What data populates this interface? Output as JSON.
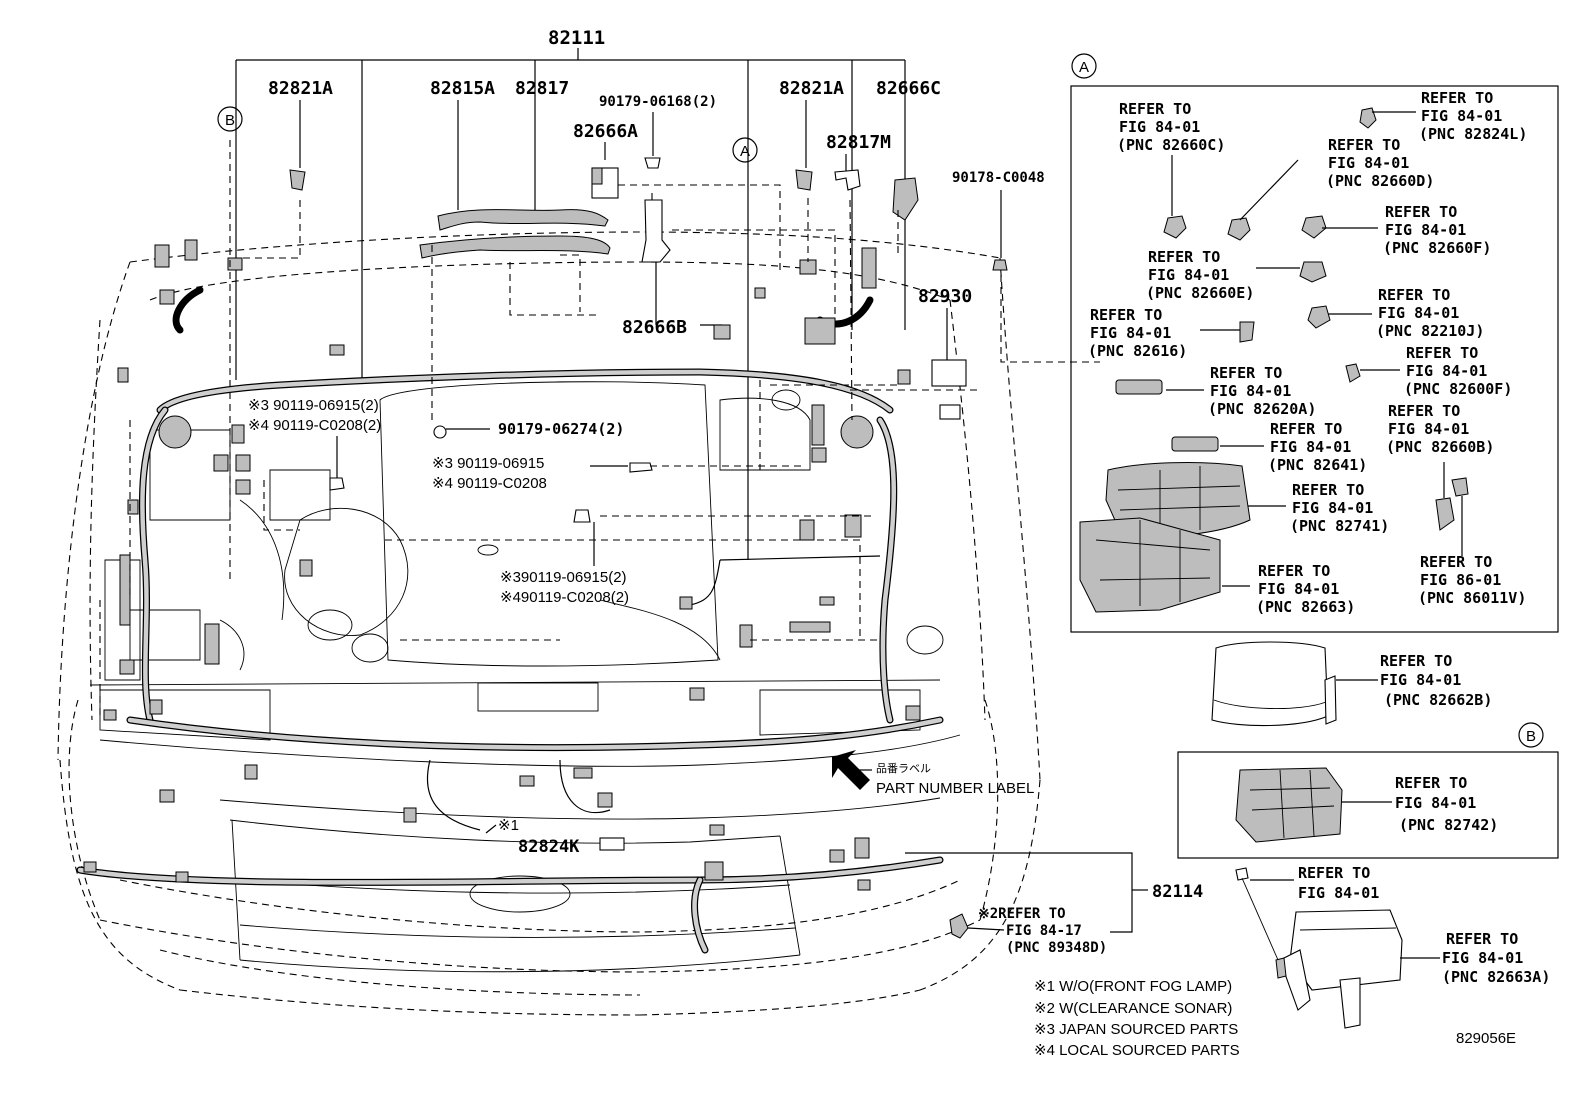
{
  "header": {
    "main_part": "82111"
  },
  "callouts_top": {
    "p82821A_left": "82821A",
    "p82815A": "82815A",
    "p82817": "82817",
    "p90179_06168": "90179-06168(2)",
    "p82666A": "82666A",
    "p82821A_right": "82821A",
    "p82666C": "82666C",
    "p82817M": "82817M",
    "p90178_C0048": "90178-C0048",
    "p82930": "82930",
    "p82666B": "82666B"
  },
  "circle_labels": {
    "a": "A",
    "b": "B"
  },
  "bolt_callouts": {
    "c1_line1": "※3 90119-06915(2)",
    "c1_line2": "※4 90119-C0208(2)",
    "c2": "90179-06274(2)",
    "c3_line1": "※3 90119-06915",
    "c3_line2": "※4 90119-C0208",
    "c4_line1": "※390119-06915(2)",
    "c4_line2": "※490119-C0208(2)"
  },
  "lower_callouts": {
    "label_jp": "品番ラベル",
    "label_en": "PART NUMBER LABEL",
    "note1": "※1",
    "p82824K": "82824K",
    "p82114": "82114",
    "note2_line1": "※2REFER TO",
    "note2_line2": "FIG 84-17",
    "note2_line3": "(PNC 89348D)"
  },
  "panel_a": {
    "items": [
      {
        "l1": "REFER TO",
        "l2": "FIG 84-01",
        "l3": "(PNC 82824L)"
      },
      {
        "l1": "REFER TO",
        "l2": "FIG 84-01",
        "l3": "(PNC 82660C)"
      },
      {
        "l1": "REFER TO",
        "l2": "FIG 84-01",
        "l3": "(PNC 82660D)"
      },
      {
        "l1": "REFER TO",
        "l2": "FIG 84-01",
        "l3": "(PNC 82660F)"
      },
      {
        "l1": "REFER TO",
        "l2": "FIG 84-01",
        "l3": "(PNC 82660E)"
      },
      {
        "l1": "REFER TO",
        "l2": "FIG 84-01",
        "l3": "(PNC 82616)"
      },
      {
        "l1": "REFER TO",
        "l2": "FIG 84-01",
        "l3": "(PNC 82210J)"
      },
      {
        "l1": "REFER TO",
        "l2": "FIG 84-01",
        "l3": "(PNC 82620A)"
      },
      {
        "l1": "REFER TO",
        "l2": "FIG 84-01",
        "l3": "(PNC 82600F)"
      },
      {
        "l1": "REFER TO",
        "l2": "FIG 84-01",
        "l3": "(PNC 82641)"
      },
      {
        "l1": "REFER TO",
        "l2": "FIG 84-01",
        "l3": "(PNC 82660B)"
      },
      {
        "l1": "REFER TO",
        "l2": "FIG 84-01",
        "l3": "(PNC 82741)"
      },
      {
        "l1": "REFER TO",
        "l2": "FIG 84-01",
        "l3": "(PNC 82663)"
      },
      {
        "l1": "REFER TO",
        "l2": "FIG 86-01",
        "l3": "(PNC 86011V)"
      }
    ]
  },
  "outside_refs": {
    "r82662B": {
      "l1": "REFER TO",
      "l2": "FIG 84-01",
      "l3": "(PNC 82662B)"
    },
    "r82742": {
      "l1": "REFER TO",
      "l2": "FIG 84-01",
      "l3": "(PNC 82742)"
    },
    "r_bolt": {
      "l1": "REFER TO",
      "l2": "FIG 84-01"
    },
    "r82663A": {
      "l1": "REFER TO",
      "l2": "FIG 84-01",
      "l3": "(PNC 82663A)"
    }
  },
  "legend": {
    "n1": "※1 W/O(FRONT FOG LAMP)",
    "n2": "※2 W(CLEARANCE SONAR)",
    "n3": "※3 JAPAN SOURCED PARTS",
    "n4": "※4 LOCAL SOURCED PARTS"
  },
  "footer": {
    "illustration_code": "829056E"
  }
}
